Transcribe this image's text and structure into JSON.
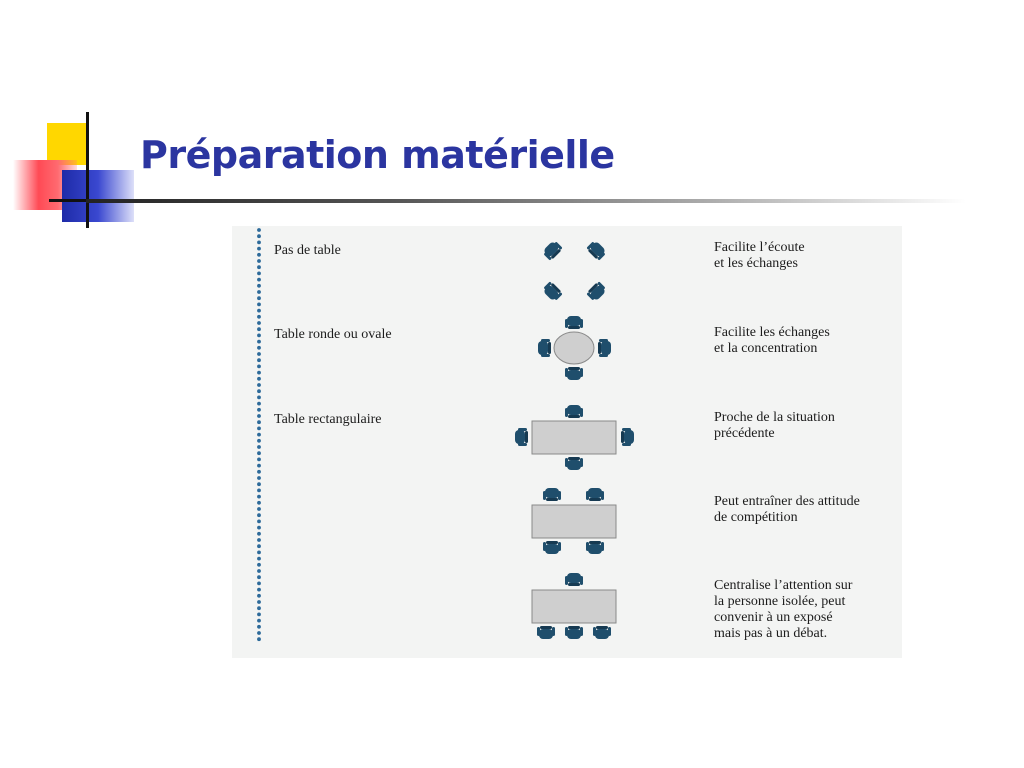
{
  "slide": {
    "title": "Préparation matérielle"
  },
  "colors": {
    "title": "#2b35a0",
    "chair": "#1f4e6c",
    "table": "#cfcfcf"
  },
  "rows": [
    {
      "label": "Pas de table",
      "description": [
        "Facilite l’écoute",
        "et les échanges"
      ]
    },
    {
      "label": "Table ronde ou ovale",
      "description": [
        "Facilite les échanges",
        "et la concentration"
      ]
    },
    {
      "label": "Table rectangulaire",
      "description": [
        "Proche de la situation",
        "précédente"
      ]
    },
    {
      "label": "",
      "description": [
        "Peut entraîner des attitude",
        "de compétition"
      ]
    },
    {
      "label": "",
      "description": [
        "Centralise l’attention sur",
        "la personne isolée, peut",
        "convenir à un exposé",
        "mais pas à un débat."
      ]
    }
  ]
}
